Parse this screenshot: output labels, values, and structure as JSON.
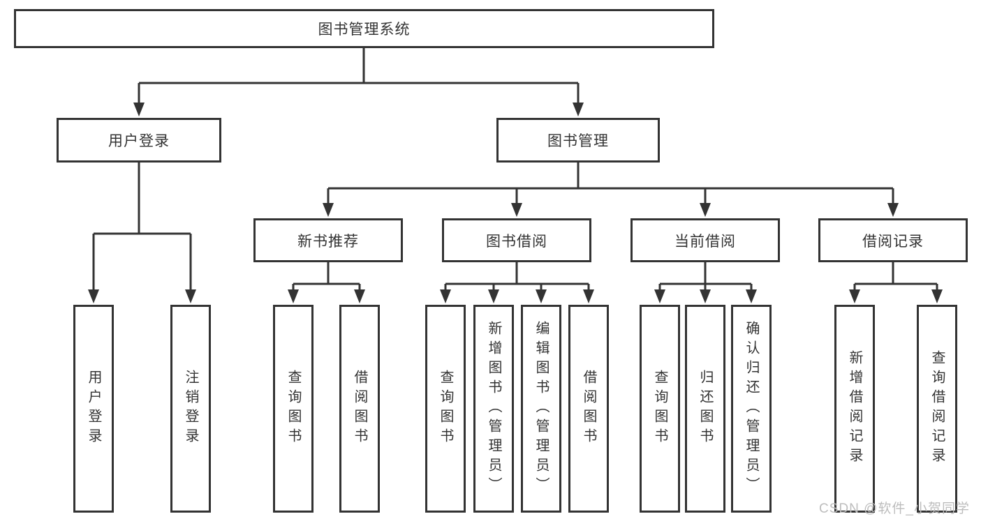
{
  "title": "图书管理系统",
  "level2": [
    {
      "label": "用户登录"
    },
    {
      "label": "图书管理"
    }
  ],
  "level3": [
    {
      "label": "新书推荐"
    },
    {
      "label": "图书借阅"
    },
    {
      "label": "当前借阅"
    },
    {
      "label": "借阅记录"
    }
  ],
  "leaves": [
    {
      "label": "用户登录"
    },
    {
      "label": "注销登录"
    },
    {
      "label": "查询图书"
    },
    {
      "label": "借阅图书"
    },
    {
      "label": "查询图书"
    },
    {
      "label": "新增图书（管理员）"
    },
    {
      "label": "编辑图书（管理员）"
    },
    {
      "label": "借阅图书"
    },
    {
      "label": "查询图书"
    },
    {
      "label": "归还图书"
    },
    {
      "label": "确认归还（管理员）"
    },
    {
      "label": "新增借阅记录"
    },
    {
      "label": "查询借阅记录"
    }
  ],
  "watermark": "CSDN @软件_小贺同学",
  "colors": {
    "line": "#333333",
    "text": "#333333",
    "watermark": "#bdbdbd",
    "background": "#ffffff"
  }
}
